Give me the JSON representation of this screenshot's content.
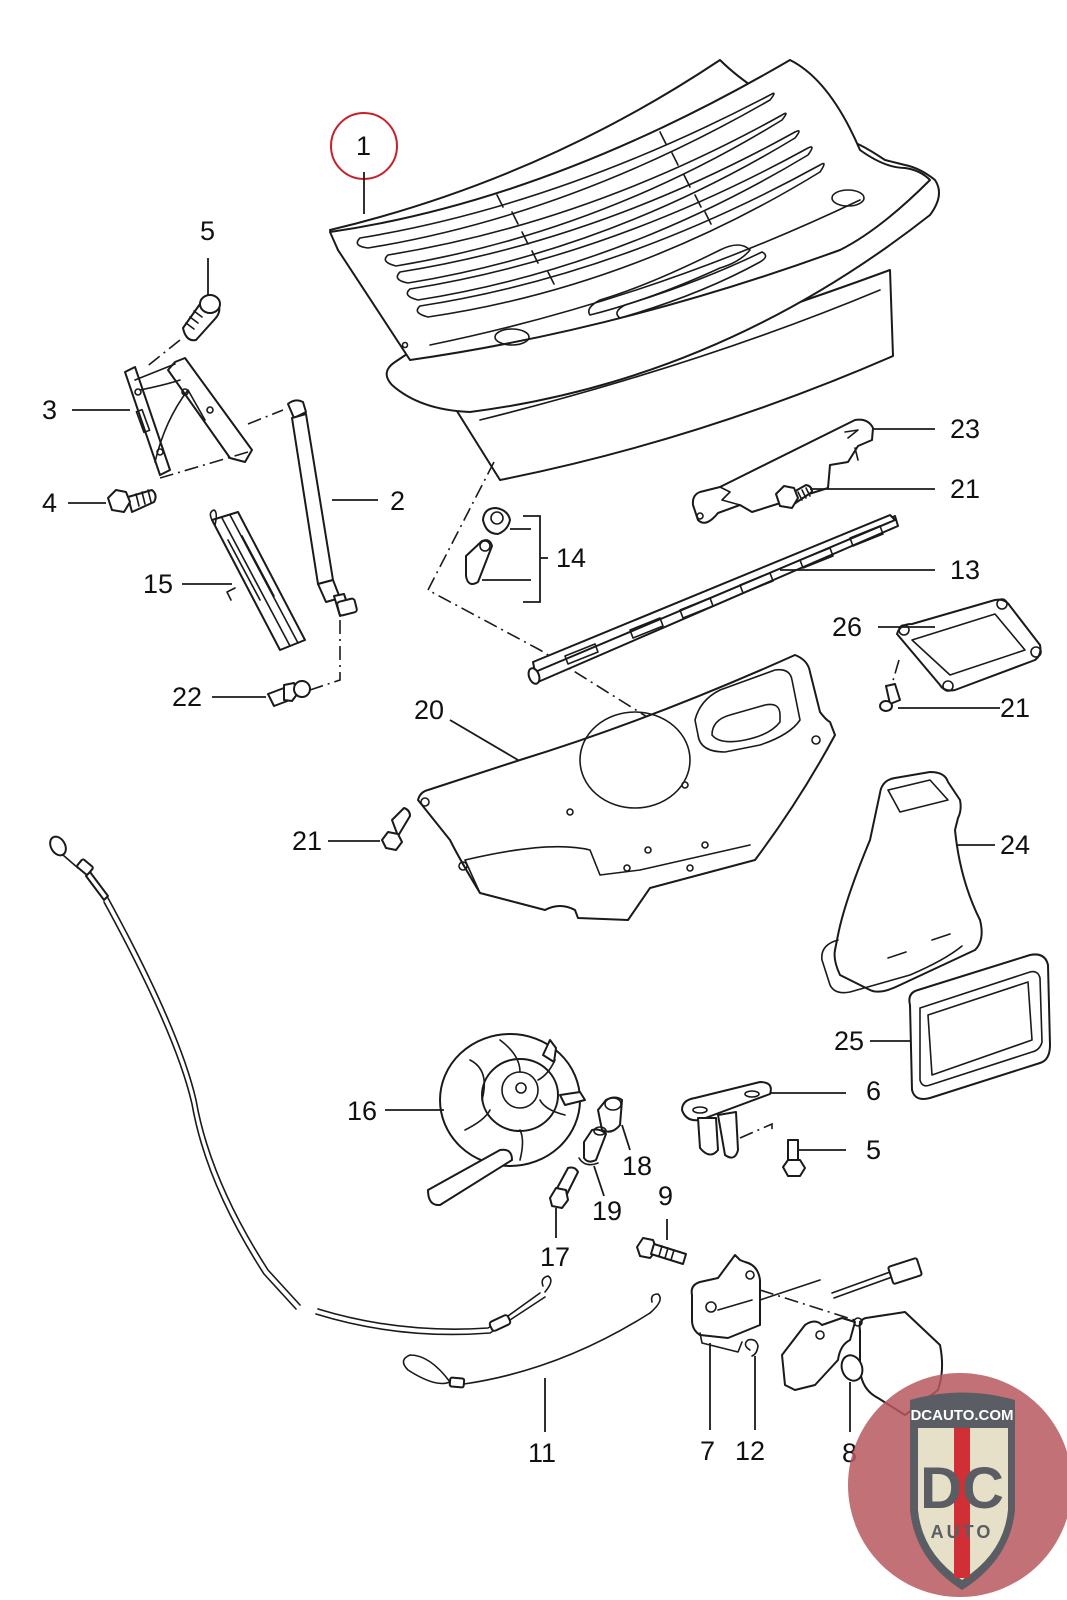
{
  "diagram": {
    "type": "exploded parts diagram",
    "subject": "Engine lid / rear grille assembly",
    "highlighted_part": "1",
    "highlight_color": "#c8202a",
    "callouts": {
      "c1": "1",
      "c2": "2",
      "c3": "3",
      "c4": "4",
      "c5a": "5",
      "c5b": "5",
      "c6": "6",
      "c7": "7",
      "c8": "8",
      "c9": "9",
      "c11": "11",
      "c12": "12",
      "c13": "13",
      "c14": "14",
      "c15": "15",
      "c16": "16",
      "c17": "17",
      "c18": "18",
      "c19": "19",
      "c20": "20",
      "c21a": "21",
      "c21b": "21",
      "c21c": "21",
      "c22": "22",
      "c23": "23",
      "c24": "24",
      "c25": "25",
      "c26": "26"
    }
  },
  "watermark": {
    "site": "DCAUTO.COM",
    "monogram": "DC",
    "subtitle": "AUTO",
    "colors": {
      "badge_bg": "#b7585e",
      "shield": "#e6e0c8",
      "letters": "#5a5d63",
      "stripe": "#d12f36"
    }
  }
}
